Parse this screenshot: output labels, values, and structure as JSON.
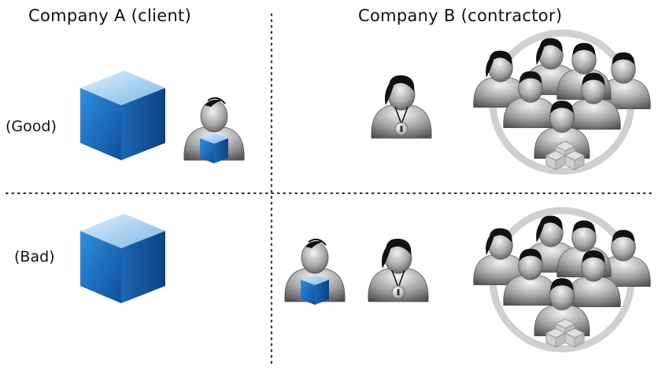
{
  "headers": {
    "company_a": "Company A (client)",
    "company_b": "Company B (contractor)"
  },
  "rows": {
    "good": "(Good)",
    "bad": "(Bad)"
  },
  "colors": {
    "cube_front": "#1f6fc0",
    "cube_top": "#8cc3ea",
    "cube_side": "#1a5aa0",
    "person_gray": "#8c8c8c",
    "hair": "#111111",
    "team_circle": "#d0d0d0",
    "divider": "#333333"
  },
  "icons": {
    "product": "blue-cube-icon",
    "client_person": "person-holding-cube-icon",
    "liaison": "person-with-lanyard-icon",
    "team": "team-circle-icon"
  }
}
